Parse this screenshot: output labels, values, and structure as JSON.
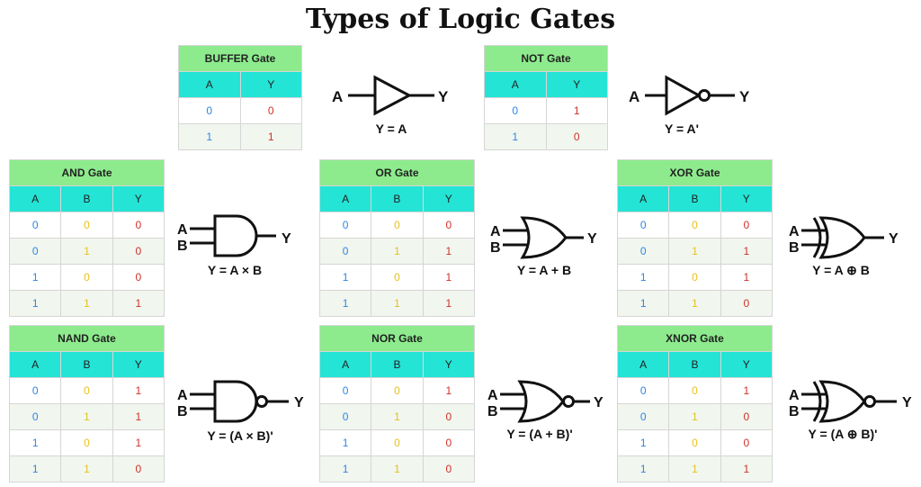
{
  "title": "Types of Logic Gates",
  "colors": {
    "header_green": "#8deb8d",
    "column_cyan": "#24e4d6",
    "input_a": "#2e86e6",
    "input_b": "#e7c11b",
    "output_y": "#d0302a"
  },
  "gates": {
    "buffer": {
      "title": "BUFFER Gate",
      "headers": [
        "A",
        "Y"
      ],
      "rows": [
        [
          "0",
          "0"
        ],
        [
          "1",
          "1"
        ]
      ],
      "input_labels": [
        "A"
      ],
      "output_label": "Y",
      "expression": "Y = A"
    },
    "not": {
      "title": "NOT Gate",
      "headers": [
        "A",
        "Y"
      ],
      "rows": [
        [
          "0",
          "1"
        ],
        [
          "1",
          "0"
        ]
      ],
      "input_labels": [
        "A"
      ],
      "output_label": "Y",
      "expression": "Y = A'"
    },
    "and": {
      "title": "AND Gate",
      "headers": [
        "A",
        "B",
        "Y"
      ],
      "rows": [
        [
          "0",
          "0",
          "0"
        ],
        [
          "0",
          "1",
          "0"
        ],
        [
          "1",
          "0",
          "0"
        ],
        [
          "1",
          "1",
          "1"
        ]
      ],
      "input_labels": [
        "A",
        "B"
      ],
      "output_label": "Y",
      "expression": "Y = A × B"
    },
    "or": {
      "title": "OR Gate",
      "headers": [
        "A",
        "B",
        "Y"
      ],
      "rows": [
        [
          "0",
          "0",
          "0"
        ],
        [
          "0",
          "1",
          "1"
        ],
        [
          "1",
          "0",
          "1"
        ],
        [
          "1",
          "1",
          "1"
        ]
      ],
      "input_labels": [
        "A",
        "B"
      ],
      "output_label": "Y",
      "expression": "Y = A + B"
    },
    "xor": {
      "title": "XOR Gate",
      "headers": [
        "A",
        "B",
        "Y"
      ],
      "rows": [
        [
          "0",
          "0",
          "0"
        ],
        [
          "0",
          "1",
          "1"
        ],
        [
          "1",
          "0",
          "1"
        ],
        [
          "1",
          "1",
          "0"
        ]
      ],
      "input_labels": [
        "A",
        "B"
      ],
      "output_label": "Y",
      "expression": "Y = A ⊕ B"
    },
    "nand": {
      "title": "NAND Gate",
      "headers": [
        "A",
        "B",
        "Y"
      ],
      "rows": [
        [
          "0",
          "0",
          "1"
        ],
        [
          "0",
          "1",
          "1"
        ],
        [
          "1",
          "0",
          "1"
        ],
        [
          "1",
          "1",
          "0"
        ]
      ],
      "input_labels": [
        "A",
        "B"
      ],
      "output_label": "Y",
      "expression": "Y = (A × B)'"
    },
    "nor": {
      "title": "NOR Gate",
      "headers": [
        "A",
        "B",
        "Y"
      ],
      "rows": [
        [
          "0",
          "0",
          "1"
        ],
        [
          "0",
          "1",
          "0"
        ],
        [
          "1",
          "0",
          "0"
        ],
        [
          "1",
          "1",
          "0"
        ]
      ],
      "input_labels": [
        "A",
        "B"
      ],
      "output_label": "Y",
      "expression": "Y = (A + B)'"
    },
    "xnor": {
      "title": "XNOR Gate",
      "headers": [
        "A",
        "B",
        "Y"
      ],
      "rows": [
        [
          "0",
          "0",
          "1"
        ],
        [
          "0",
          "1",
          "0"
        ],
        [
          "1",
          "0",
          "0"
        ],
        [
          "1",
          "1",
          "1"
        ]
      ],
      "input_labels": [
        "A",
        "B"
      ],
      "output_label": "Y",
      "expression": "Y = (A ⊕ B)'"
    }
  }
}
